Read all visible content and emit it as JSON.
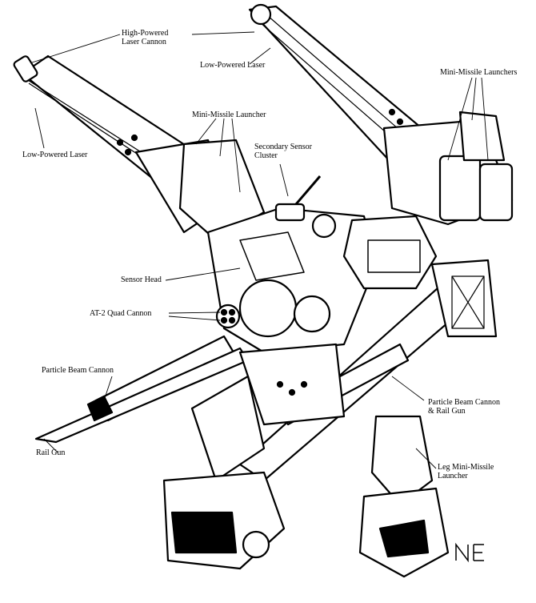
{
  "diagram": {
    "callouts": {
      "high_powered_laser": "High-Powered\nLaser Cannon",
      "low_powered_laser_right": "Low-Powered Laser",
      "mini_missile_launchers": "Mini-Missile Launchers",
      "mini_missile_launcher": "Mini-Missile Launcher",
      "low_powered_laser_left": "Low-Powered Laser",
      "secondary_sensor": "Secondary Sensor\nCluster",
      "sensor_head": "Sensor Head",
      "quad_cannon": "AT-2 Quad Cannon",
      "particle_beam_cannon": "Particle Beam Cannon",
      "particle_beam_rail": "Particle Beam Cannon\n& Rail Gun",
      "rail_gun": "Rail Gun",
      "leg_missile": "Leg Mini-Missile\nLauncher"
    },
    "colors": {
      "ink": "#000000",
      "paper": "#ffffff"
    }
  }
}
